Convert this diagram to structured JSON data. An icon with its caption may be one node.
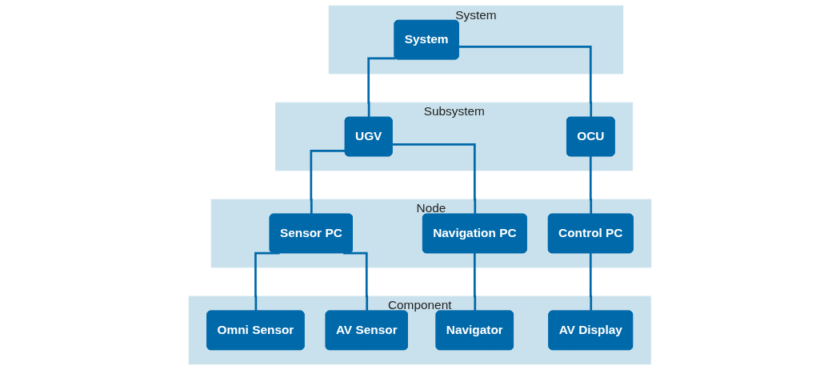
{
  "diagram": {
    "nodes": [
      {
        "text": [
          "System"
        ]
      },
      {
        "text": [
          "System"
        ],
        "in": 0
      },
      {
        "text": [
          "Subsystem"
        ]
      },
      {
        "text": [
          "UGV"
        ],
        "in": 2
      },
      {
        "text": [
          "OCU"
        ],
        "in": 2
      },
      {
        "text": [
          "Node"
        ]
      },
      {
        "text": [
          "Sensor PC"
        ],
        "in": 5
      },
      {
        "text": [
          "Navigation PC"
        ],
        "in": 5
      },
      {
        "text": [
          "Control PC"
        ],
        "in": 5
      },
      {
        "text": [
          "Component"
        ]
      },
      {
        "text": [
          "Omni Sensor"
        ],
        "in": 9
      },
      {
        "text": [
          "AV Sensor"
        ],
        "in": 9
      },
      {
        "text": [
          "Navigator"
        ],
        "in": 9
      },
      {
        "text": [
          "AV Display"
        ],
        "in": 9
      }
    ],
    "edges": [
      {
        "from": 1,
        "to": 3,
        "arrow": "none"
      },
      {
        "from": 1,
        "to": 4,
        "arrow": "none"
      },
      {
        "from": 3,
        "to": 6,
        "arrow": "none"
      },
      {
        "from": 3,
        "to": 7,
        "arrow": "none"
      },
      {
        "from": 4,
        "to": 8,
        "arrow": "none"
      },
      {
        "from": 6,
        "to": 10,
        "arrow": "none"
      },
      {
        "from": 6,
        "to": 11,
        "arrow": "none"
      },
      {
        "from": 7,
        "to": 12,
        "arrow": "none"
      },
      {
        "from": 8,
        "to": 13,
        "arrow": "none"
      }
    ]
  }
}
